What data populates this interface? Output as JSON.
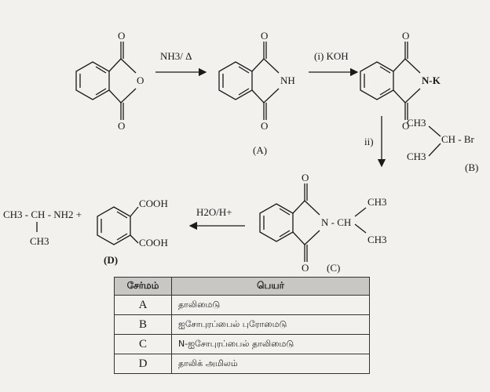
{
  "reaction": {
    "step1_reagent": "NH3/ Δ",
    "step2_reagent": "(i) KOH",
    "step3_reagent": "ii)",
    "step4_reagent": "H2O/H+",
    "anhydride": {
      "o_top": "O",
      "o_ring": "O",
      "o_bottom": "O"
    },
    "compound_a": {
      "label": "(A)",
      "nh": "NH",
      "o_top": "O",
      "o_bottom": "O"
    },
    "potassium_salt": {
      "nk": "N-K",
      "o_top": "O",
      "o_bottom": "O"
    },
    "compound_b": {
      "label": "(B)",
      "ch3_top": "CH3",
      "ch_br": "CH - Br",
      "ch3_bottom": "CH3"
    },
    "compound_c": {
      "label": "(C)",
      "n_ch": "N - CH",
      "ch3_top": "CH3",
      "ch3_bottom": "CH3",
      "o_top": "O",
      "o_bottom": "O"
    },
    "product_amine": {
      "formula": "CH3 - CH - NH2 +",
      "ch3": "CH3"
    },
    "compound_d": {
      "label": "(D)",
      "cooh_top": "COOH",
      "cooh_bottom": "COOH"
    }
  },
  "table": {
    "headers": [
      "சேர்மம்",
      "பெயர்"
    ],
    "rows": [
      {
        "compound": "A",
        "name": "தாலிமைடு"
      },
      {
        "compound": "B",
        "name": "ஐசோபுரப்பைல் புரோமைடு"
      },
      {
        "compound": "C",
        "name": "N-ஐசோபுரப்பைல் தாலிமைடு"
      },
      {
        "compound": "D",
        "name": "தாலிக் அமிலம்"
      }
    ]
  }
}
